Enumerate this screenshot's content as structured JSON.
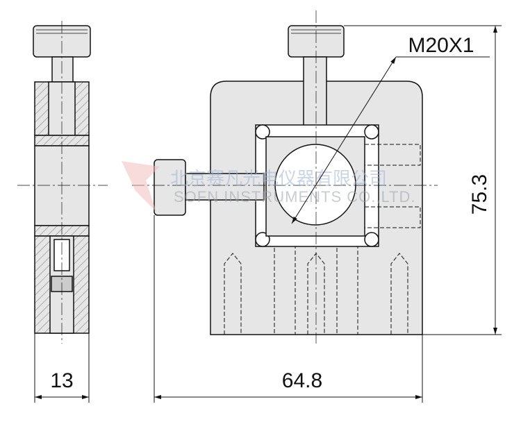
{
  "dimensions": {
    "width_side": "13",
    "width_front": "64.8",
    "height_front": "75.3",
    "thread": "M20X1"
  },
  "watermark": {
    "chinese": "北京赛凡光电仪器有限公司",
    "english": "SOFN INSTRUMENTS CO.,LTD."
  },
  "colors": {
    "body_fill": "#e6e6e6",
    "line": "#111111"
  }
}
